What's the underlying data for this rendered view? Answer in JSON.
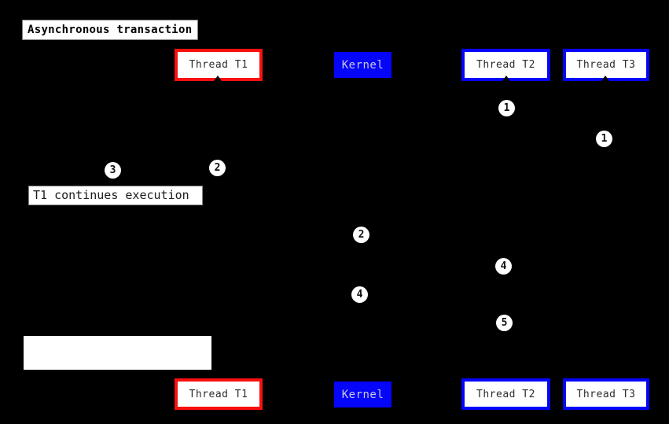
{
  "title": {
    "text": "Asynchronous transaction"
  },
  "colors": {
    "background": "#000000",
    "red_border": "#fa0f0f",
    "blue": "#0505fa",
    "box_fill": "#ffffff",
    "box_text": "#2d2d2d",
    "kernel_text": "#c9c9dd",
    "marker_fill": "#ffffff",
    "marker_text": "#101010"
  },
  "participants": {
    "top": [
      {
        "label": "Thread T1"
      },
      {
        "label": "Kernel"
      },
      {
        "label": "Thread T2"
      },
      {
        "label": "Thread T3"
      }
    ],
    "bottom": [
      {
        "label": "Thread T1"
      },
      {
        "label": "Kernel"
      },
      {
        "label": "Thread T2"
      },
      {
        "label": "Thread T3"
      }
    ]
  },
  "notes": [
    {
      "text": "T1 continues execution"
    },
    {
      "text": ""
    }
  ],
  "markers": [
    {
      "n": "1"
    },
    {
      "n": "1"
    },
    {
      "n": "2"
    },
    {
      "n": "3"
    },
    {
      "n": "2"
    },
    {
      "n": "4"
    },
    {
      "n": "4"
    },
    {
      "n": "5"
    }
  ]
}
